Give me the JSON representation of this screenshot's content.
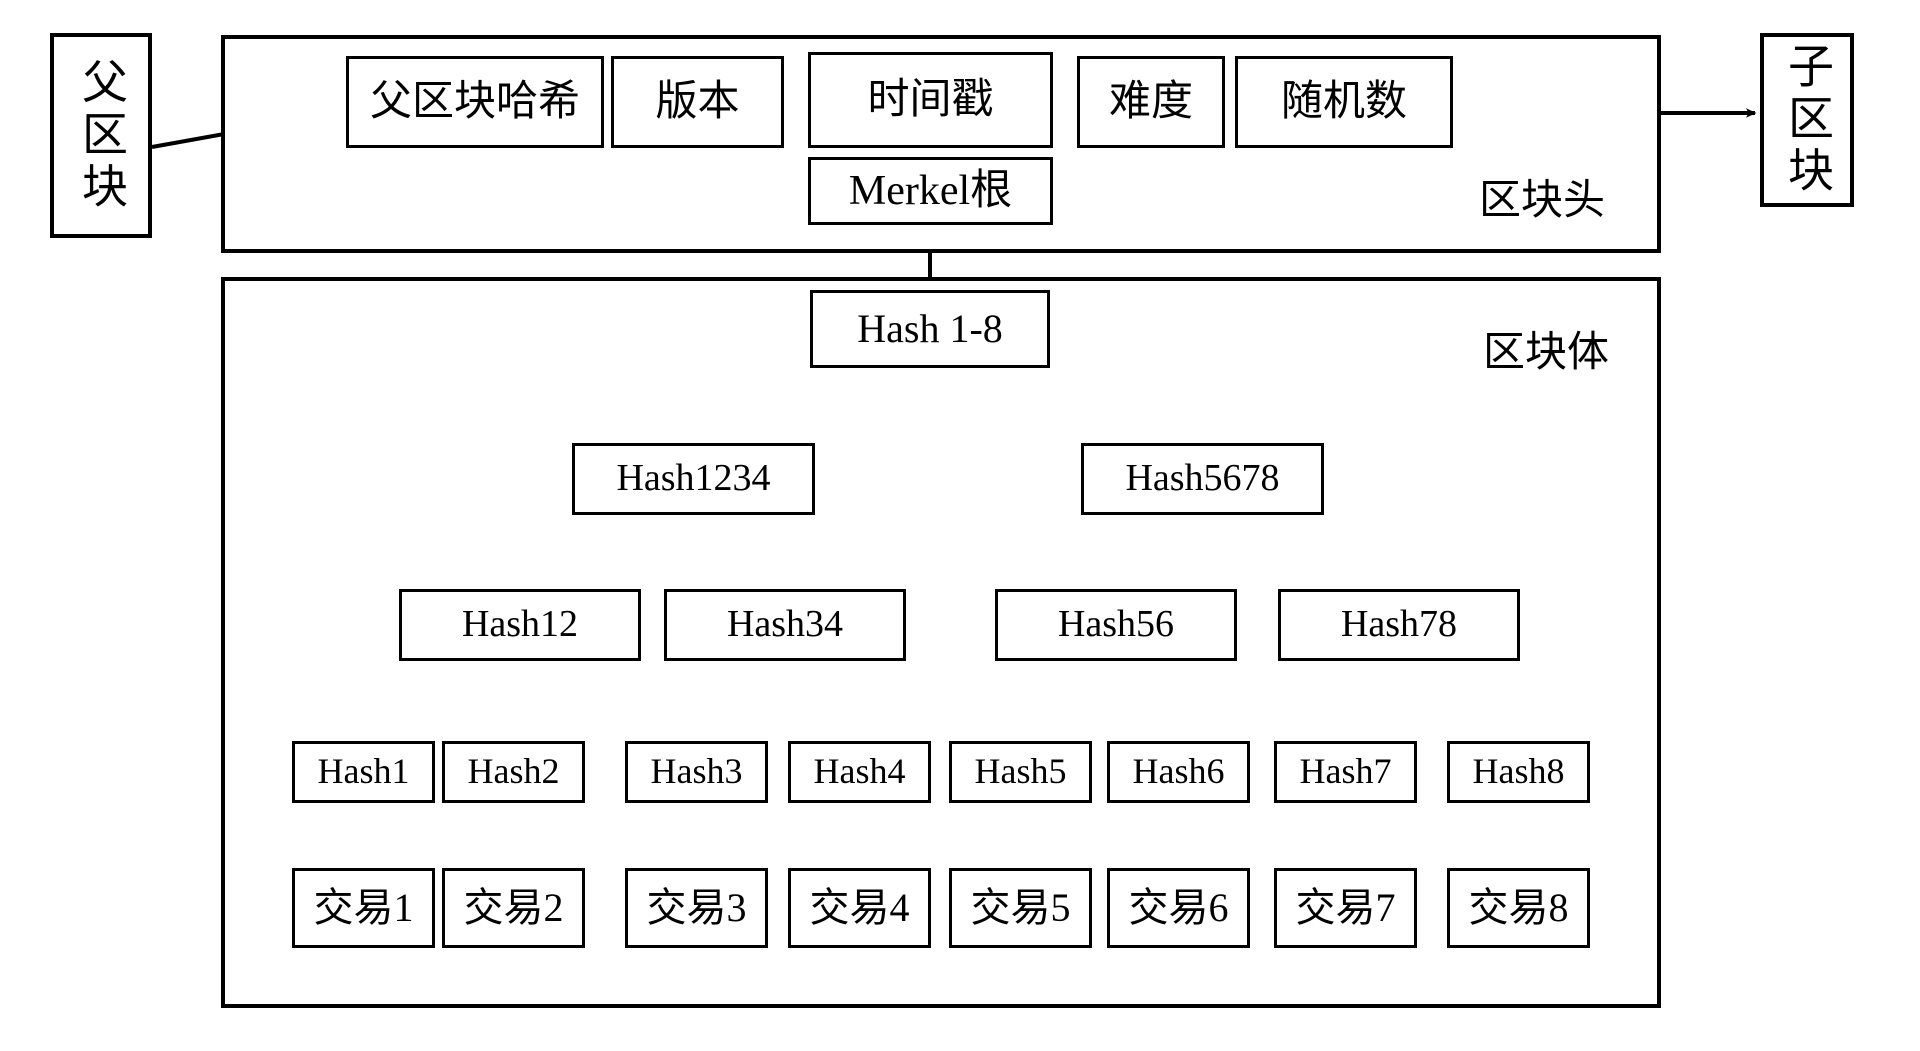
{
  "diagram": {
    "title": "Blockchain block structure with Merkle tree",
    "stroke_color": "#000000",
    "background_color": "#ffffff"
  },
  "parent_block": {
    "label": "父区块"
  },
  "child_block": {
    "label": "子区块"
  },
  "block_header": {
    "region_label": "区块头",
    "fields": [
      {
        "label": "父区块哈希"
      },
      {
        "label": "版本"
      },
      {
        "label": "时间戳"
      },
      {
        "label": "难度"
      },
      {
        "label": "随机数"
      }
    ],
    "merkle_root": {
      "label": "Merkel根"
    }
  },
  "block_body": {
    "region_label": "区块体",
    "merkle_tree": {
      "root": {
        "label": "Hash 1-8"
      },
      "level2": [
        {
          "label": "Hash1234"
        },
        {
          "label": "Hash5678"
        }
      ],
      "level3": [
        {
          "label": "Hash12"
        },
        {
          "label": "Hash34"
        },
        {
          "label": "Hash56"
        },
        {
          "label": "Hash78"
        }
      ],
      "leaves": [
        {
          "label": "Hash1"
        },
        {
          "label": "Hash2"
        },
        {
          "label": "Hash3"
        },
        {
          "label": "Hash4"
        },
        {
          "label": "Hash5"
        },
        {
          "label": "Hash6"
        },
        {
          "label": "Hash7"
        },
        {
          "label": "Hash8"
        }
      ]
    },
    "transactions": [
      {
        "label": "交易1"
      },
      {
        "label": "交易2"
      },
      {
        "label": "交易3"
      },
      {
        "label": "交易4"
      },
      {
        "label": "交易5"
      },
      {
        "label": "交易6"
      },
      {
        "label": "交易7"
      },
      {
        "label": "交易8"
      }
    ]
  }
}
